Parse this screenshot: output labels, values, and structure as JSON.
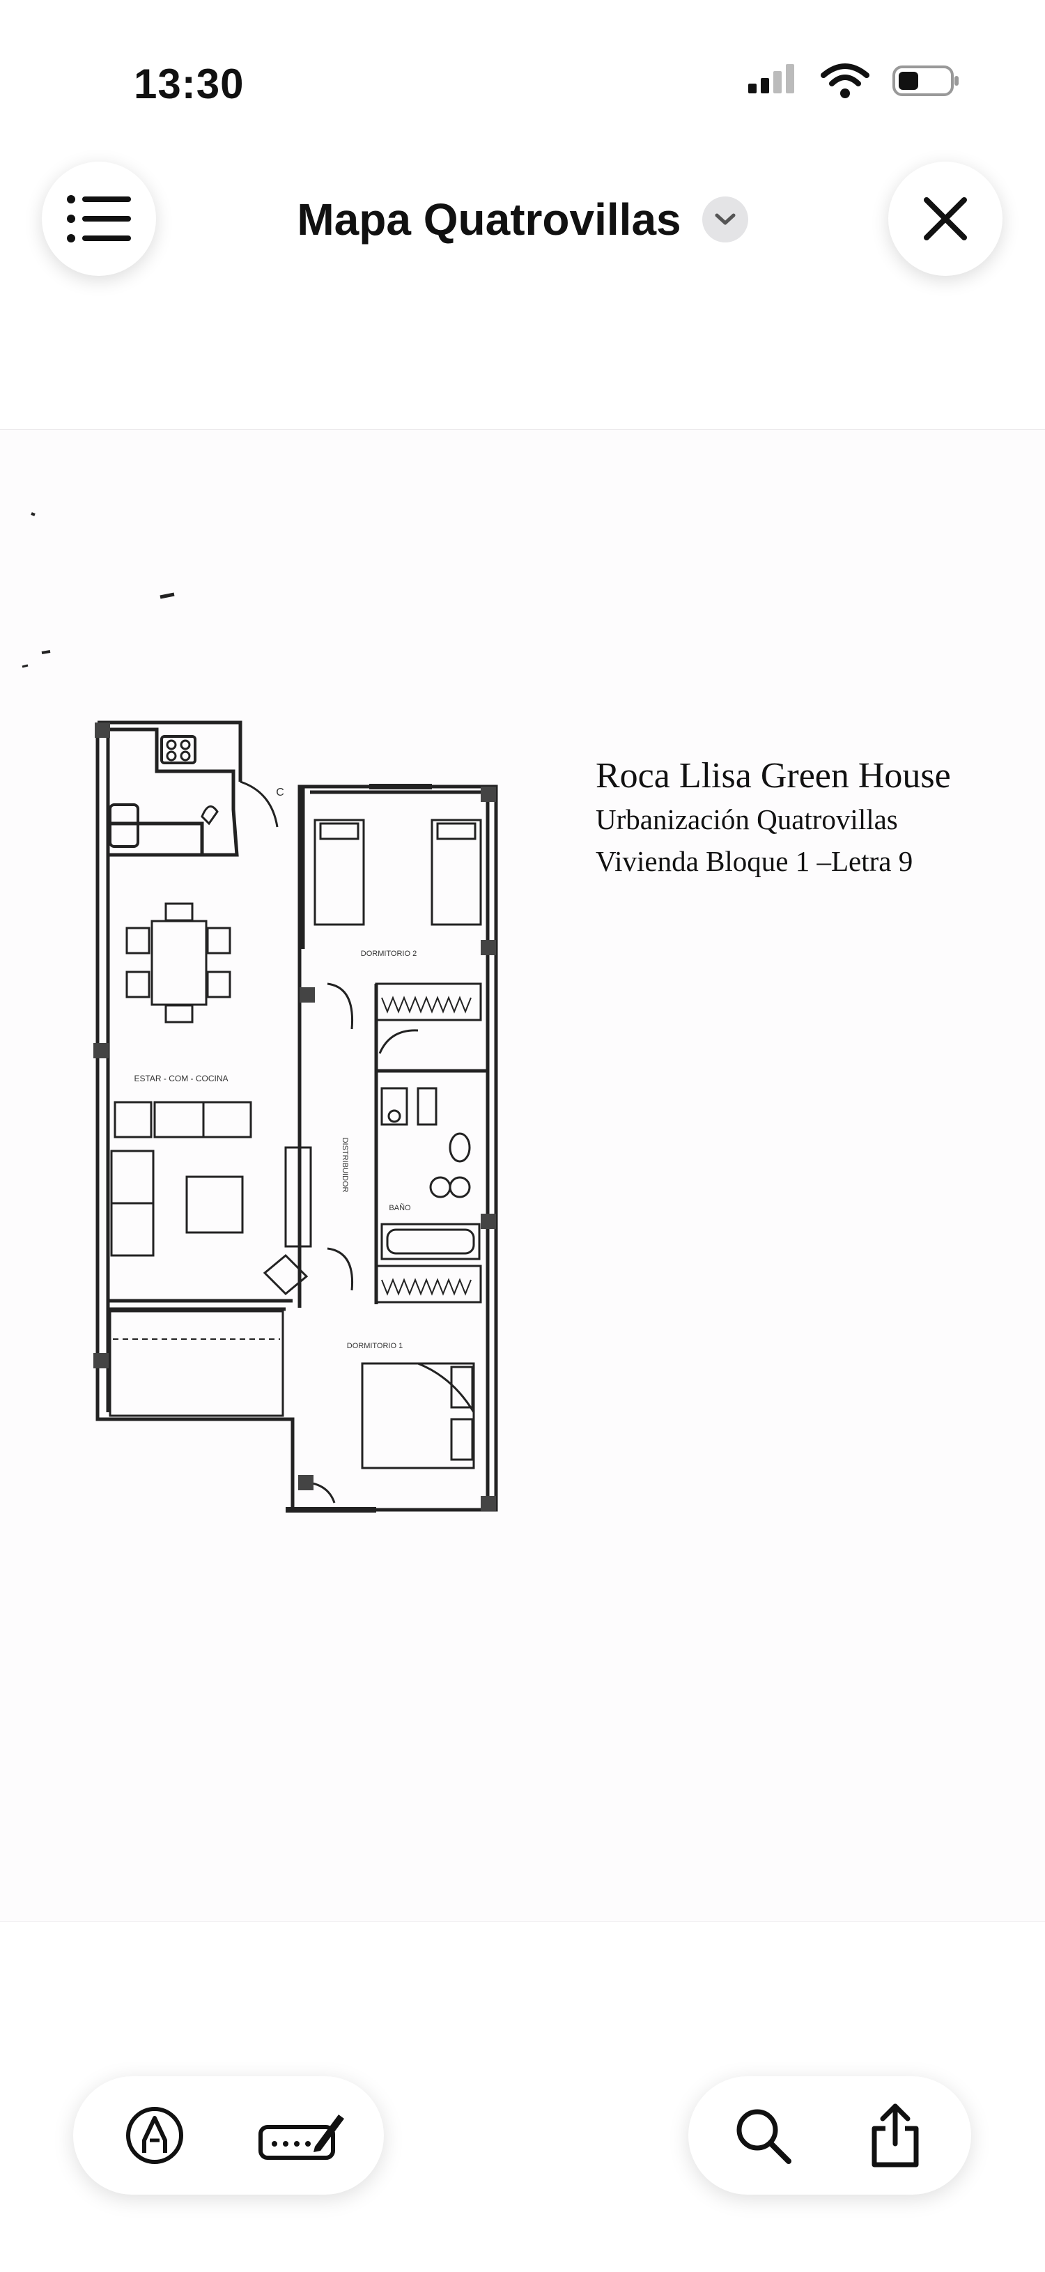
{
  "status_bar": {
    "time": "13:30",
    "icons": [
      "cellular-signal-icon",
      "wifi-icon",
      "battery-icon"
    ]
  },
  "nav": {
    "title": "Mapa Quatrovillas",
    "menu_icon": "list-icon",
    "title_menu_icon": "chevron-down-icon",
    "close_icon": "close-icon"
  },
  "document": {
    "title_lines": [
      "Roca Llisa Green House",
      "Urbanización Quatrovillas",
      "Vivienda Bloque 1 –Letra 9"
    ],
    "room_labels": {
      "living": "ESTAR - COM - COCINA",
      "bedroom2": "DORMITORIO 2",
      "corridor": "DISTRIBUIDOR",
      "bath": "BAÑO",
      "bedroom1": "DORMITORIO 1",
      "door_c": "C"
    }
  },
  "toolbar": {
    "left": [
      "markup-pen-icon",
      "signature-icon"
    ],
    "right": [
      "search-icon",
      "share-icon"
    ]
  },
  "colors": {
    "accent": "#111111",
    "background": "#ffffff",
    "chip": "#e4e4e6"
  }
}
